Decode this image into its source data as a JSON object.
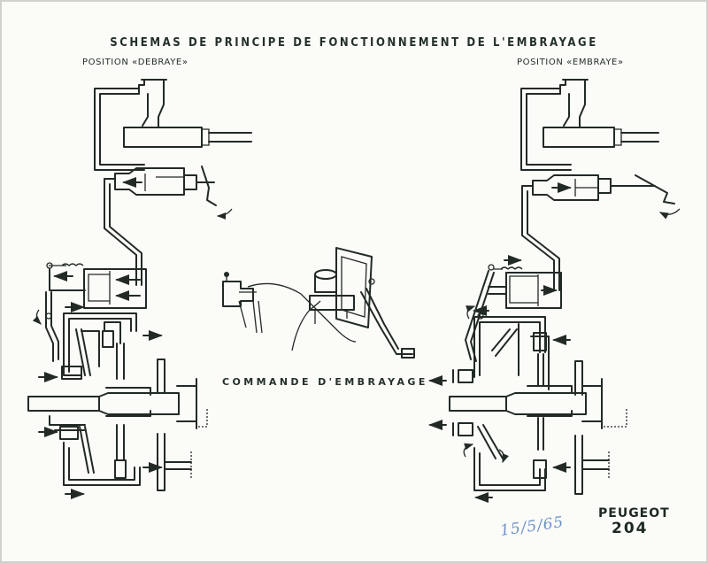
{
  "title": "SCHEMAS DE PRINCIPE DE FONCTIONNEMENT DE L'EMBRAYAGE",
  "left_diagram": {
    "label": "POSITION «DEBRAYE»",
    "state": "declutched"
  },
  "right_diagram": {
    "label": "POSITION «EMBRAYE»",
    "state": "clutched"
  },
  "center_illustration": {
    "caption": "COMMANDE D'EMBRAYAGE"
  },
  "footer": {
    "brand": "PEUGEOT",
    "model": "204",
    "handwritten_date": "15/5/65"
  },
  "colors": {
    "ink": "#222a26",
    "paper": "#fbfbf8",
    "handwriting": "#6f92c9"
  }
}
